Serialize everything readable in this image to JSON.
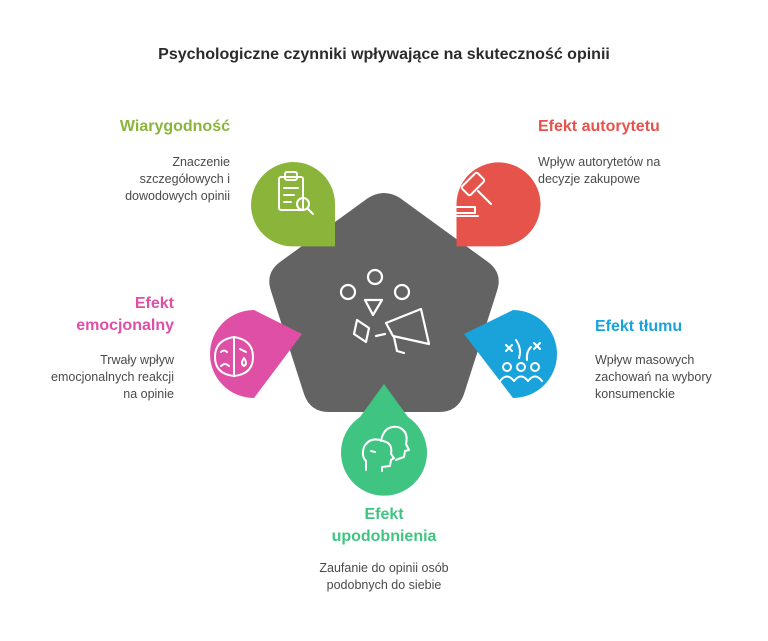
{
  "title": "Psychologiczne czynniki wpływające na skuteczność opinii",
  "factors": [
    {
      "heading": "Wiarygodność",
      "description_lines": [
        "Znaczenie",
        "szczegółowych i",
        "dowodowych opinii"
      ],
      "color": "#8ab53a",
      "icon": "clipboard-search-icon"
    },
    {
      "heading": "Efekt autorytetu",
      "description_lines": [
        "Wpływ autorytetów na",
        "decyzje zakupowe"
      ],
      "color": "#e5534b",
      "icon": "gavel-icon"
    },
    {
      "heading": "Efekt tłumu",
      "description_lines": [
        "Wpływ masowych",
        "zachowań na wybory",
        "konsumenckie"
      ],
      "color": "#1aa3da",
      "icon": "crowd-icon"
    },
    {
      "heading_lines": [
        "Efekt",
        "upodobnienia"
      ],
      "description_lines": [
        "Zaufanie do opinii osób",
        "podobnych do siebie"
      ],
      "color": "#3fc481",
      "icon": "two-heads-icon"
    },
    {
      "heading_lines": [
        "Efekt",
        "emocjonalny"
      ],
      "description_lines": [
        "Trwały wpływ",
        "emocjonalnych reakcji",
        "na opinie"
      ],
      "color": "#de4fa5",
      "icon": "emotion-mask-icon"
    }
  ],
  "center": {
    "color": "#636363",
    "icon": "megaphone-people-icon"
  }
}
